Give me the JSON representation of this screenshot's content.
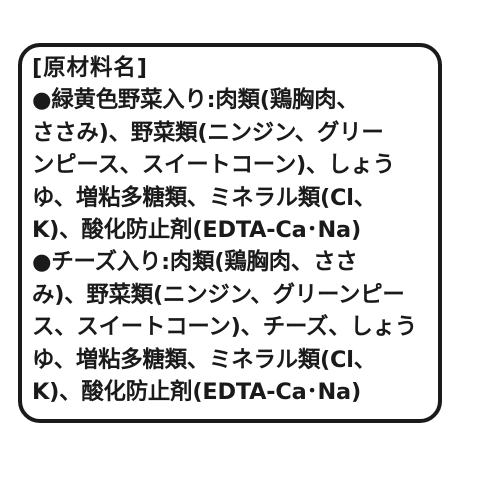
{
  "ingredients_label": {
    "lines": [
      "[原材料名]",
      "●緑黄色野菜入り:肉類(鶏胸肉、",
      "ささみ)、野菜類(ニンジン、グリー",
      "ンピース、スイートコーン)、しょう",
      "ゆ、増粘多糖類、ミネラル類(Cl、",
      "K)、酸化防止剤(EDTA-Ca･Na)",
      "●チーズ入り:肉類(鶏胸肉、ささ",
      "み)、野菜類(ニンジン、グリーンピー",
      "ス、スイートコーン)、チーズ、しょう",
      "ゆ、増粘多糖類、ミネラル類(Cl、",
      "K)、酸化防止剤(EDTA-Ca･Na)"
    ]
  }
}
